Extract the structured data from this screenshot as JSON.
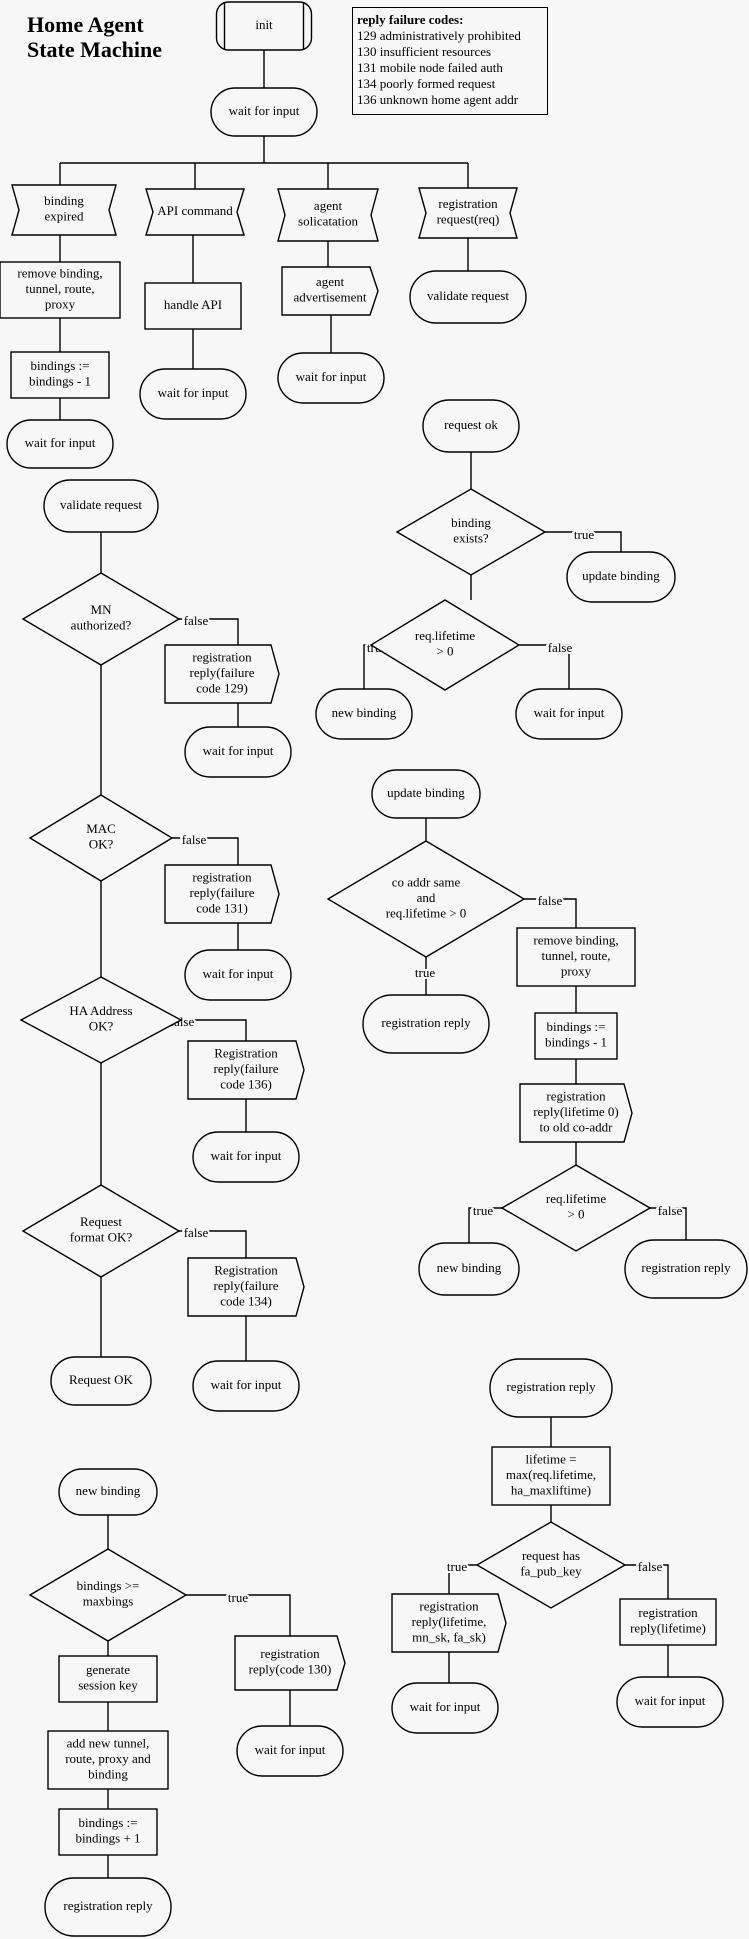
{
  "title": {
    "line1": "Home Agent",
    "line2": "State Machine"
  },
  "legend": {
    "heading": "reply failure codes:",
    "codes": [
      "129 administratively prohibited",
      "130 insufficient resources",
      "131 mobile node failed auth",
      "134 poorly formed request",
      "136 unknown home agent addr"
    ]
  },
  "edge_labels": {
    "true": "true",
    "false": "false"
  },
  "nodes": {
    "init": [
      "init"
    ],
    "wait_top": [
      "wait for input"
    ],
    "binding_expired": [
      "binding",
      "expired"
    ],
    "api_command": [
      "API command"
    ],
    "agent_solicitation": [
      "agent",
      "solicatation"
    ],
    "registration_request": [
      "registration",
      "request(req)"
    ],
    "remove_binding_1": [
      "remove binding,",
      "tunnel, route,",
      "proxy"
    ],
    "handle_api": [
      "handle API"
    ],
    "agent_advertisement": [
      "agent",
      "advertisement"
    ],
    "validate_request_1": [
      "validate request"
    ],
    "bindings_dec_1": [
      "bindings :=",
      "bindings - 1"
    ],
    "wait_api": [
      "wait for input"
    ],
    "wait_agent": [
      "wait for input"
    ],
    "wait_expired": [
      "wait for input"
    ],
    "validate_request_2": [
      "validate request"
    ],
    "mn_authorized": [
      "MN",
      "authorized?"
    ],
    "reply_129": [
      "registration",
      "reply(failure",
      "code 129)"
    ],
    "wait_129": [
      "wait for input"
    ],
    "mac_ok": [
      "MAC",
      "OK?"
    ],
    "reply_131": [
      "registration",
      "reply(failure",
      "code 131)"
    ],
    "wait_131": [
      "wait for input"
    ],
    "ha_address_ok": [
      "HA Address",
      "OK?"
    ],
    "reply_136": [
      "Registration",
      "reply(failure",
      "code 136)"
    ],
    "wait_136": [
      "wait for input"
    ],
    "format_ok": [
      "Request",
      "format OK?"
    ],
    "reply_134": [
      "Registration",
      "reply(failure",
      "code 134)"
    ],
    "request_ok_end": [
      "Request OK"
    ],
    "wait_134": [
      "wait for input"
    ],
    "request_ok": [
      "request ok"
    ],
    "binding_exists": [
      "binding",
      "exists?"
    ],
    "update_binding_1": [
      "update binding"
    ],
    "lifetime_pos_1": [
      "req.lifetime",
      "> 0"
    ],
    "new_binding_1": [
      "new binding"
    ],
    "wait_req_ok": [
      "wait for input"
    ],
    "update_binding_2": [
      "update binding"
    ],
    "co_addr_same": [
      "co addr same",
      "and",
      "req.lifetime > 0"
    ],
    "registration_reply_1": [
      "registration reply"
    ],
    "remove_binding_2": [
      "remove binding,",
      "tunnel, route,",
      "proxy"
    ],
    "bindings_dec_2": [
      "bindings :=",
      "bindings - 1"
    ],
    "reply_lifetime0": [
      "registration",
      "reply(lifetime 0)",
      "to old co-addr"
    ],
    "lifetime_pos_2": [
      "req.lifetime",
      "> 0"
    ],
    "new_binding_2": [
      "new binding"
    ],
    "registration_reply_2": [
      "registration reply"
    ],
    "registration_reply_3": [
      "registration reply"
    ],
    "lifetime_max": [
      "lifetime =",
      "max(req.lifetime,",
      "ha_maxliftime)"
    ],
    "fa_pub_key": [
      "request has",
      "fa_pub_key"
    ],
    "reply_keys": [
      "registration",
      "reply(lifetime,",
      "mn_sk, fa_sk)"
    ],
    "reply_lifetime": [
      "registration",
      "reply(lifetime)"
    ],
    "wait_keys": [
      "wait for input"
    ],
    "wait_lifetime": [
      "wait for input"
    ],
    "new_binding_3": [
      "new binding"
    ],
    "bindings_max": [
      "bindings >=",
      "maxbings"
    ],
    "reply_130": [
      "registration",
      "reply(code 130)"
    ],
    "generate_key": [
      "generate",
      "session key"
    ],
    "wait_130": [
      "wait for input"
    ],
    "add_tunnel": [
      "add new tunnel,",
      "route, proxy and",
      "binding"
    ],
    "bindings_inc": [
      "bindings :=",
      "bindings + 1"
    ],
    "registration_reply_4": [
      "registration reply"
    ]
  }
}
